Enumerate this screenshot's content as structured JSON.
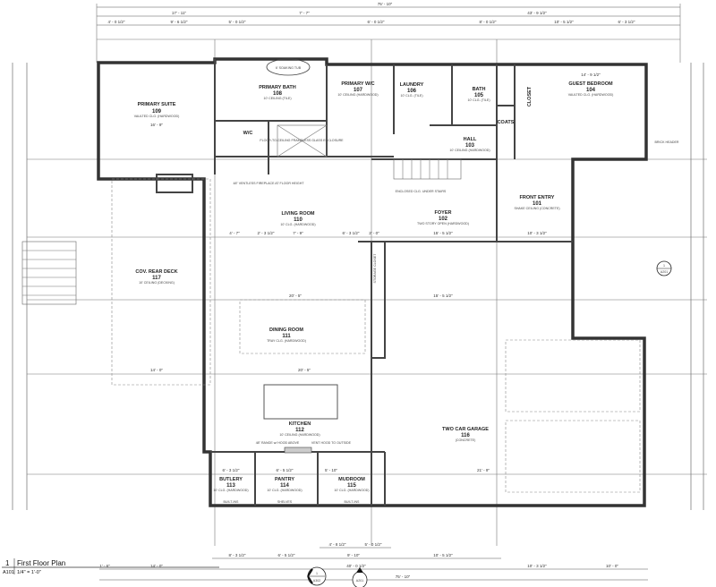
{
  "sheet": {
    "view_number": "1",
    "title": "First Floor Plan",
    "sheet_ref": "A101",
    "scale": "1/4\" = 1'-0\"",
    "section_markers": [
      {
        "number": "1",
        "sheet": "A302"
      },
      {
        "number": "2",
        "sheet": "A201"
      }
    ],
    "side_marker": {
      "number": "1",
      "sheet": "A201"
    }
  },
  "dimensions": {
    "overall_top": "75' - 10\"",
    "top_left": "17' - 11\"",
    "top_mid": "7' - 7\"",
    "top_right": "43' - 9 1/2\"",
    "top_segments": [
      "4' - 0 1/2\"",
      "9' - 6 1/2\"",
      "5' - 0 1/2\"",
      "6' - 0 1/2\"",
      "8' - 0 1/2\"",
      "10' - 5 1/2\"",
      "6' - 3 1/2\""
    ],
    "overall_bottom": "75' - 10\"",
    "bottom_segments": [
      "1' - 6\"",
      "14' - 0\"",
      "40' - 0 1/2\"",
      "10' - 3 1/2\"",
      "10' - 0\""
    ],
    "bottom_inner": [
      "8' - 3 1/2\"",
      "6' - 5 1/2\"",
      "9' - 10\"",
      "10' - 5 1/2\""
    ],
    "bottom_small": [
      "4' - 8 1/2\"",
      "5' - 0 1/2\""
    ],
    "interior": {
      "primary_suite_width": "16' - 9\"",
      "living_segments": [
        "4' - 7\"",
        "2' - 3 1/2\"",
        "7' - 9\"",
        "6' - 3 1/2\"",
        "2' - 0\""
      ],
      "foyer_width": "15' - 5 1/2\"",
      "front_entry_width": "10' - 3 1/2\"",
      "dining_width": "20' - 5\"",
      "dining_bottom": "20' - 5\"",
      "garage_width": "15' - 5 1/2\"",
      "garage_bottom": "21' - 9\"",
      "guest_width": "14' - 9 1/2\"",
      "deck_width": "14' - 0\"",
      "butlery_width": "6' - 3 1/2\"",
      "pantry_width": "6' - 5 1/2\"",
      "mudroom_width": "5' - 10\""
    }
  },
  "rooms": [
    {
      "id": "primary-suite",
      "name": "PRIMARY SUITE",
      "number": "109",
      "note": "VAULTED CLG. (HARDWOOD)"
    },
    {
      "id": "primary-bath",
      "name": "PRIMARY BATH",
      "number": "108",
      "note": "10' CEILING (TILE)"
    },
    {
      "id": "wic",
      "name": "W/C",
      "number": "",
      "note": ""
    },
    {
      "id": "primary-wic",
      "name": "PRIMARY W/C",
      "number": "107",
      "note": "10' CEILING (HARDWOOD)"
    },
    {
      "id": "laundry",
      "name": "LAUNDRY",
      "number": "106",
      "note": "10' CLG. (TILE)"
    },
    {
      "id": "bath",
      "name": "BATH",
      "number": "105",
      "note": "10' CLG. (TILE)"
    },
    {
      "id": "coats",
      "name": "COATS",
      "number": "",
      "note": ""
    },
    {
      "id": "closet",
      "name": "CLOSET",
      "number": "",
      "note": ""
    },
    {
      "id": "guest-bedroom",
      "name": "GUEST BEDROOM",
      "number": "104",
      "note": "VAULTED CLG. (HARDWOOD)"
    },
    {
      "id": "hall",
      "name": "HALL",
      "number": "103",
      "note": "10' CEILING (HARDWOOD)"
    },
    {
      "id": "foyer",
      "name": "FOYER",
      "number": "102",
      "note": "TWO STORY OPEN (HARDWOOD)"
    },
    {
      "id": "front-entry",
      "name": "FRONT ENTRY",
      "number": "101",
      "note": "SHAKE CEILING (CONCRETE)"
    },
    {
      "id": "living-room",
      "name": "LIVING ROOM",
      "number": "110",
      "note": "10' CLG. (HARDWOOD)"
    },
    {
      "id": "cov-rear-deck",
      "name": "COV. REAR DECK",
      "number": "117",
      "note": "10' CEILING (DECKING)"
    },
    {
      "id": "dining-room",
      "name": "DINING ROOM",
      "number": "111",
      "note": "TRAY CLG. (HARDWOOD)"
    },
    {
      "id": "kitchen",
      "name": "KITCHEN",
      "number": "112",
      "note": "10' CEILING (HARDWOOD)"
    },
    {
      "id": "butlery",
      "name": "BUTLERY",
      "number": "113",
      "note": "10' CLG. (HARDWOOD)"
    },
    {
      "id": "pantry",
      "name": "PANTRY",
      "number": "114",
      "note": "10' CLG. (HARDWOOD)"
    },
    {
      "id": "mudroom",
      "name": "MUDROOM",
      "number": "115",
      "note": "10' CLG. (HARDWOOD)"
    },
    {
      "id": "two-car-garage",
      "name": "TWO CAR GARAGE",
      "number": "116",
      "note": "(CONCRETE)"
    }
  ],
  "fixtures": {
    "tub": "6' SOAKING TUB",
    "fireplace_note": "48\" VENTLESS FIREPLACE AT FLOOR HEIGHT",
    "shower_note": "FLOOR-TO-CEILING FRAMELESS GLASS ENCLOSURE",
    "stairs_note": "ENCLOSED CLG. UNDER STAIRS",
    "storage_closet": "STORAGE CLOSET",
    "built_ins": "BUILT-INS",
    "shelves": "SHELVES",
    "brick_header": "BRICK HEADER",
    "vent_note": "VENT HOOD TO OUTSIDE",
    "range_note": "48\" RANGE w/ HOOD ABOVE"
  }
}
